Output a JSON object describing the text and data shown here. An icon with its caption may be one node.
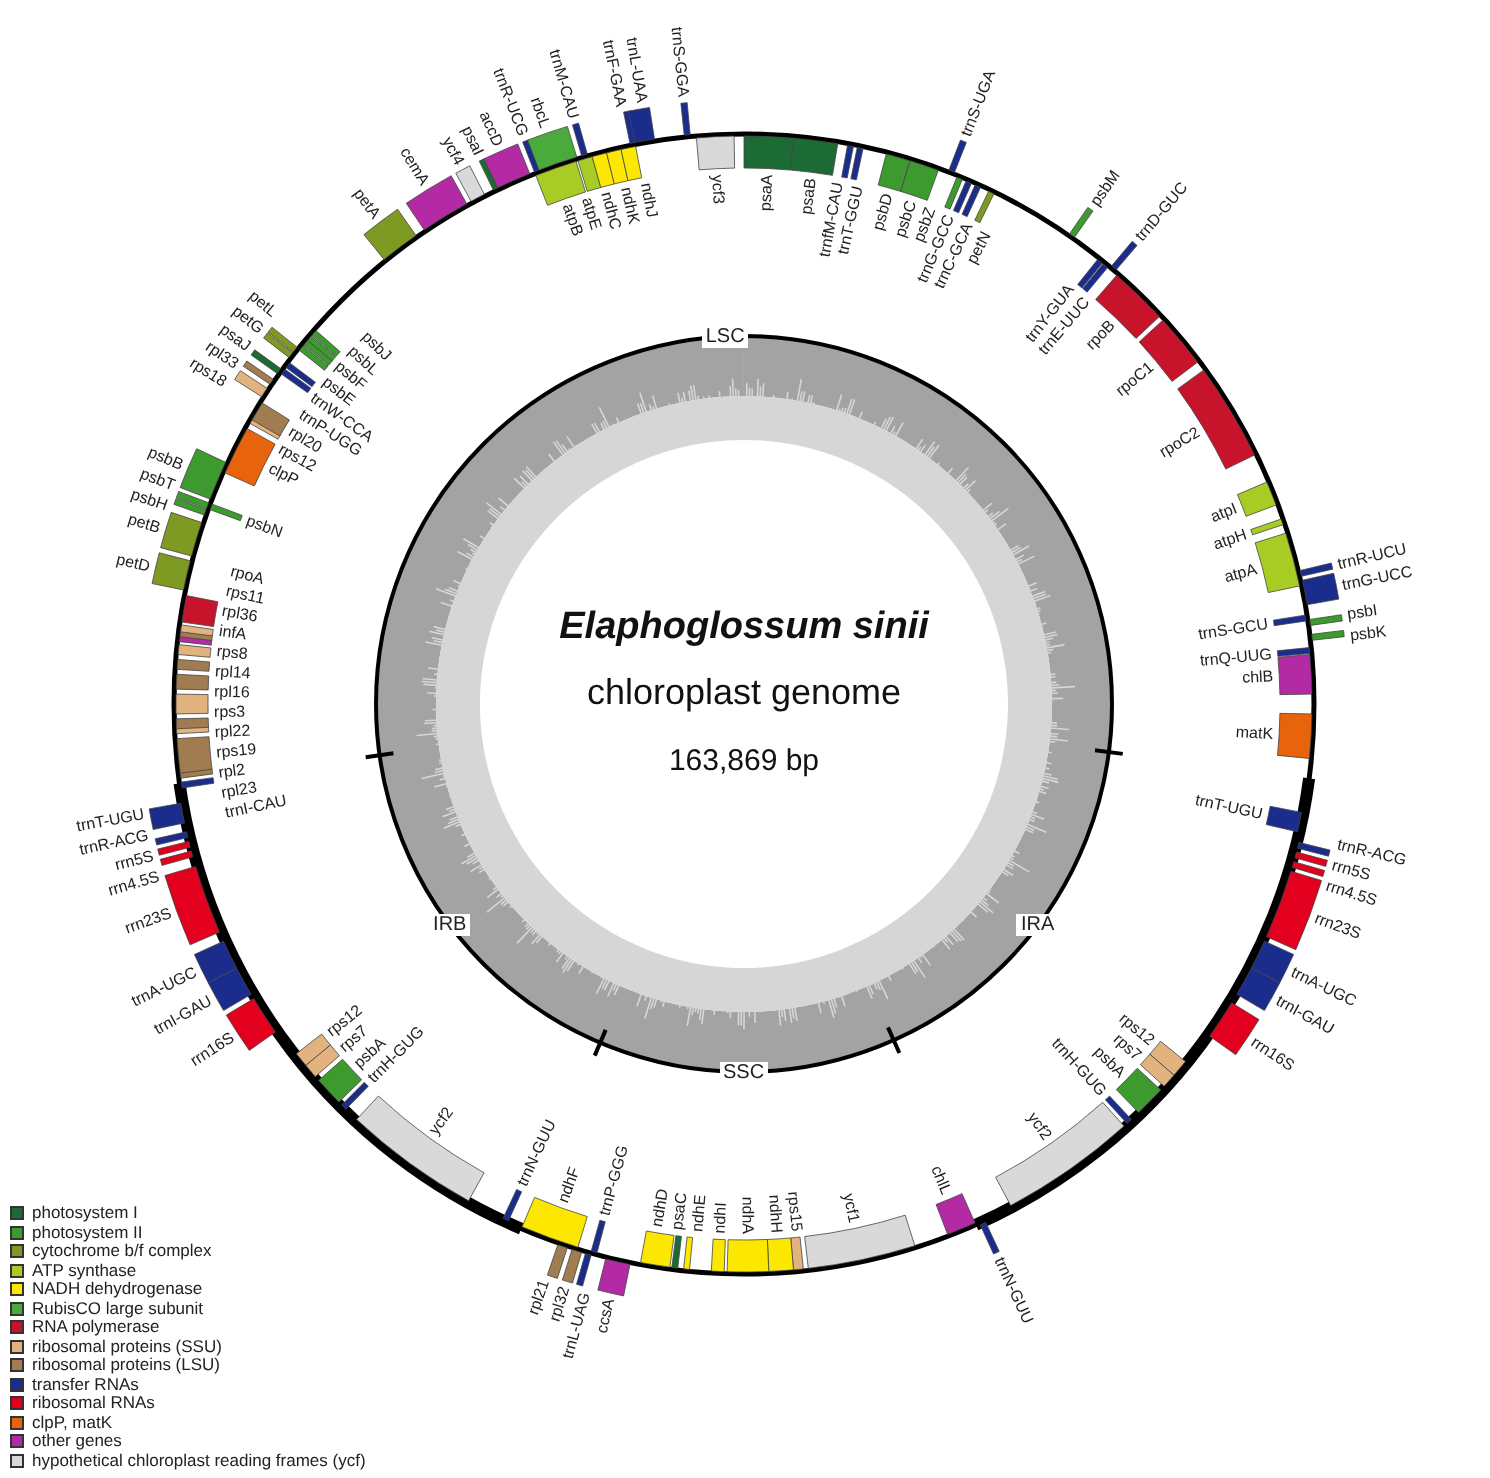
{
  "diagram": {
    "labels": [
      "LSC",
      "Elaphoglossum sinii",
      "chloroplast genome",
      "163,869 bp",
      "IRB",
      "IRA",
      "SSC",
      "psaA",
      "psaB",
      "trnfM-CAU",
      "trnT-GGU",
      "psbD",
      "psbC",
      "trnS-UGA",
      "psbZ",
      "trnG-GCC",
      "trnC-GCA",
      "petN",
      "psbM",
      "trnY-GUA",
      "trnE-UUC",
      "trnD-GUC",
      "rpoB",
      "rpoC1",
      "rpoC2",
      "atpI",
      "atpH",
      "atpA",
      "trnR-UCU",
      "trnG-UCC",
      "trnS-GCU",
      "psbI",
      "psbK",
      "trnQ-UUG",
      "chlB",
      "matK",
      "trnT-UGU",
      "trnR-ACG",
      "rrn5S",
      "rrn4.5S",
      "rrn23S",
      "trnA-UGC",
      "trnI-GAU",
      "rrn16S",
      "rps12",
      "rps7",
      "psbA",
      "trnH-GUG",
      "ycf2",
      "trnN-GUU",
      "chlL",
      "ycf1",
      "rps15",
      "ndhH",
      "ndhA",
      "ndhI",
      "ndhE",
      "psaC",
      "ndhD",
      "ccsA",
      "trnP-GGG",
      "trnL-UAG",
      "rpl32",
      "rpl21",
      "ndhF",
      "trnN-GUU",
      "ycf2",
      "trnH-GUG",
      "psbA",
      "rps7",
      "rps12",
      "rrn16S",
      "trnI-GAU",
      "trnA-UGC",
      "rrn23S",
      "rrn4.5S",
      "rrn5S",
      "trnR-ACG",
      "trnT-UGU",
      "trnI-CAU",
      "rpl23",
      "rpl2",
      "rps19",
      "rpl22",
      "rps3",
      "rpl16",
      "rpl14",
      "rps8",
      "infA",
      "rpl36",
      "rps11",
      "rpoA",
      "petD",
      "petB",
      "psbH",
      "psbN",
      "psbT",
      "psbB",
      "clpP",
      "rps12",
      "rpl20",
      "rps18",
      "rpl33",
      "psaJ",
      "trnP-UGG",
      "trnW-CCA",
      "petG",
      "petL",
      "psbE",
      "psbF",
      "psbL",
      "psbJ",
      "petA",
      "cemA",
      "ycf4",
      "psaI",
      "accD",
      "trnR-UCG",
      "rbcL",
      "atpB",
      "atpE",
      "trnM-CAU",
      "ndhC",
      "ndhK",
      "ndhJ",
      "trnF-GAA",
      "trnL-UAA",
      "trnS-GGA",
      "ycf3"
    ],
    "legend": [
      {
        "text": "photosystem I",
        "color": "#1d6b34"
      },
      {
        "text": "photosystem II",
        "color": "#3c9a2e"
      },
      {
        "text": "cytochrome b/f complex",
        "color": "#7f9a22"
      },
      {
        "text": "ATP synthase",
        "color": "#a9cc24"
      },
      {
        "text": "NADH dehydrogenase",
        "color": "#fbe700"
      },
      {
        "text": "RubisCO large subunit",
        "color": "#4aaa3c"
      },
      {
        "text": "RNA polymerase",
        "color": "#c7142b"
      },
      {
        "text": "ribosomal proteins (SSU)",
        "color": "#e2b27f"
      },
      {
        "text": "ribosomal proteins (LSU)",
        "color": "#a07c50"
      },
      {
        "text": "transfer RNAs",
        "color": "#1b2d8c"
      },
      {
        "text": "ribosomal RNAs",
        "color": "#e3001e"
      },
      {
        "text": "clpP, matK",
        "color": "#e8640c"
      },
      {
        "text": "other genes",
        "color": "#b42aa4"
      },
      {
        "text": "hypothetical chloroplast reading frames (ycf)",
        "color": "#d9d9d9"
      }
    ]
  }
}
